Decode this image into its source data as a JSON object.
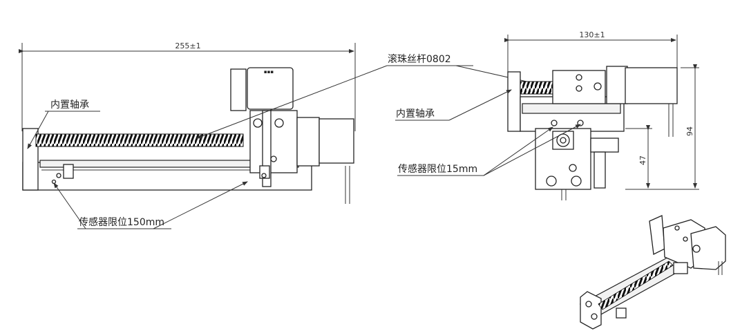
{
  "front_view": {
    "overall_length": "255±1",
    "labels": {
      "bearing": "内置轴承",
      "sensor_limit": "传感器限位150mm"
    }
  },
  "side_view": {
    "overall_width": "130±1",
    "labels": {
      "ball_screw": "滚珠丝杆0802",
      "bearing": "内置轴承",
      "sensor_limit": "传感器限位15mm"
    },
    "height_total": "94",
    "height_axis": "47"
  }
}
